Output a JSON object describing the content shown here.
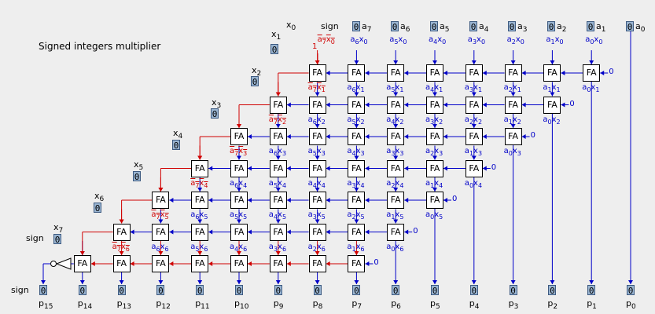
{
  "title": "Signed integers multiplier",
  "sign_label": "sign",
  "fa_label": "FA",
  "constant_zero": "0",
  "constant_one": "1",
  "x_inputs": [
    {
      "label": "x",
      "index": "0",
      "value": "0"
    },
    {
      "label": "x",
      "index": "1",
      "value": "0"
    },
    {
      "label": "x",
      "index": "2",
      "value": "0"
    },
    {
      "label": "x",
      "index": "3",
      "value": "0"
    },
    {
      "label": "x",
      "index": "4",
      "value": "0"
    },
    {
      "label": "x",
      "index": "5",
      "value": "0"
    },
    {
      "label": "x",
      "index": "6",
      "value": "0"
    },
    {
      "label": "x",
      "index": "7",
      "value": "0"
    }
  ],
  "a_inputs": [
    {
      "label": "a",
      "index": "7",
      "value": "0"
    },
    {
      "label": "a",
      "index": "6",
      "value": "0"
    },
    {
      "label": "a",
      "index": "5",
      "value": "0"
    },
    {
      "label": "a",
      "index": "4",
      "value": "0"
    },
    {
      "label": "a",
      "index": "3",
      "value": "0"
    },
    {
      "label": "a",
      "index": "2",
      "value": "0"
    },
    {
      "label": "a",
      "index": "1",
      "value": "0"
    },
    {
      "label": "a",
      "index": "0",
      "value": "0"
    }
  ],
  "a_sign_value": "0",
  "x_sign_value": "0",
  "p_sign_value": "0",
  "outputs": [
    {
      "label": "p",
      "index": "15",
      "value": "0"
    },
    {
      "label": "p",
      "index": "14",
      "value": "0"
    },
    {
      "label": "p",
      "index": "13",
      "value": "0"
    },
    {
      "label": "p",
      "index": "12",
      "value": "0"
    },
    {
      "label": "p",
      "index": "11",
      "value": "0"
    },
    {
      "label": "p",
      "index": "10",
      "value": "0"
    },
    {
      "label": "p",
      "index": "9",
      "value": "0"
    },
    {
      "label": "p",
      "index": "8",
      "value": "0"
    },
    {
      "label": "p",
      "index": "7",
      "value": "0"
    },
    {
      "label": "p",
      "index": "6",
      "value": "0"
    },
    {
      "label": "p",
      "index": "5",
      "value": "0"
    },
    {
      "label": "p",
      "index": "4",
      "value": "0"
    },
    {
      "label": "p",
      "index": "3",
      "value": "0"
    },
    {
      "label": "p",
      "index": "2",
      "value": "0"
    },
    {
      "label": "p",
      "index": "1",
      "value": "0"
    },
    {
      "label": "p",
      "index": "0",
      "value": "0"
    }
  ],
  "colors": {
    "normal_wire": "#0000c8",
    "inverted_wire": "#d00000",
    "input_box": "#99b4d1"
  }
}
